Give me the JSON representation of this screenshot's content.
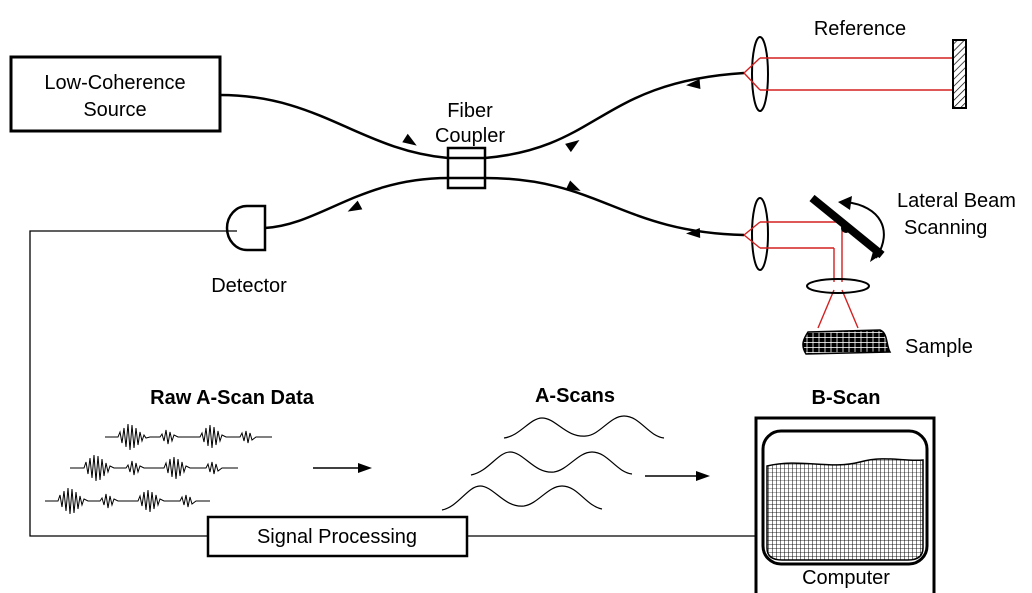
{
  "labels": {
    "source_line1": "Low-Coherence",
    "source_line2": "Source",
    "coupler_line1": "Fiber",
    "coupler_line2": "Coupler",
    "reference": "Reference",
    "lateral_line1": "Lateral Beam",
    "lateral_line2": "Scanning",
    "detector": "Detector",
    "sample": "Sample",
    "raw_ascan": "Raw A-Scan Data",
    "ascans": "A-Scans",
    "bscan": "B-Scan",
    "signal_processing": "Signal Processing",
    "computer": "Computer"
  },
  "colors": {
    "line": "#000000",
    "beam": "#d42020"
  }
}
